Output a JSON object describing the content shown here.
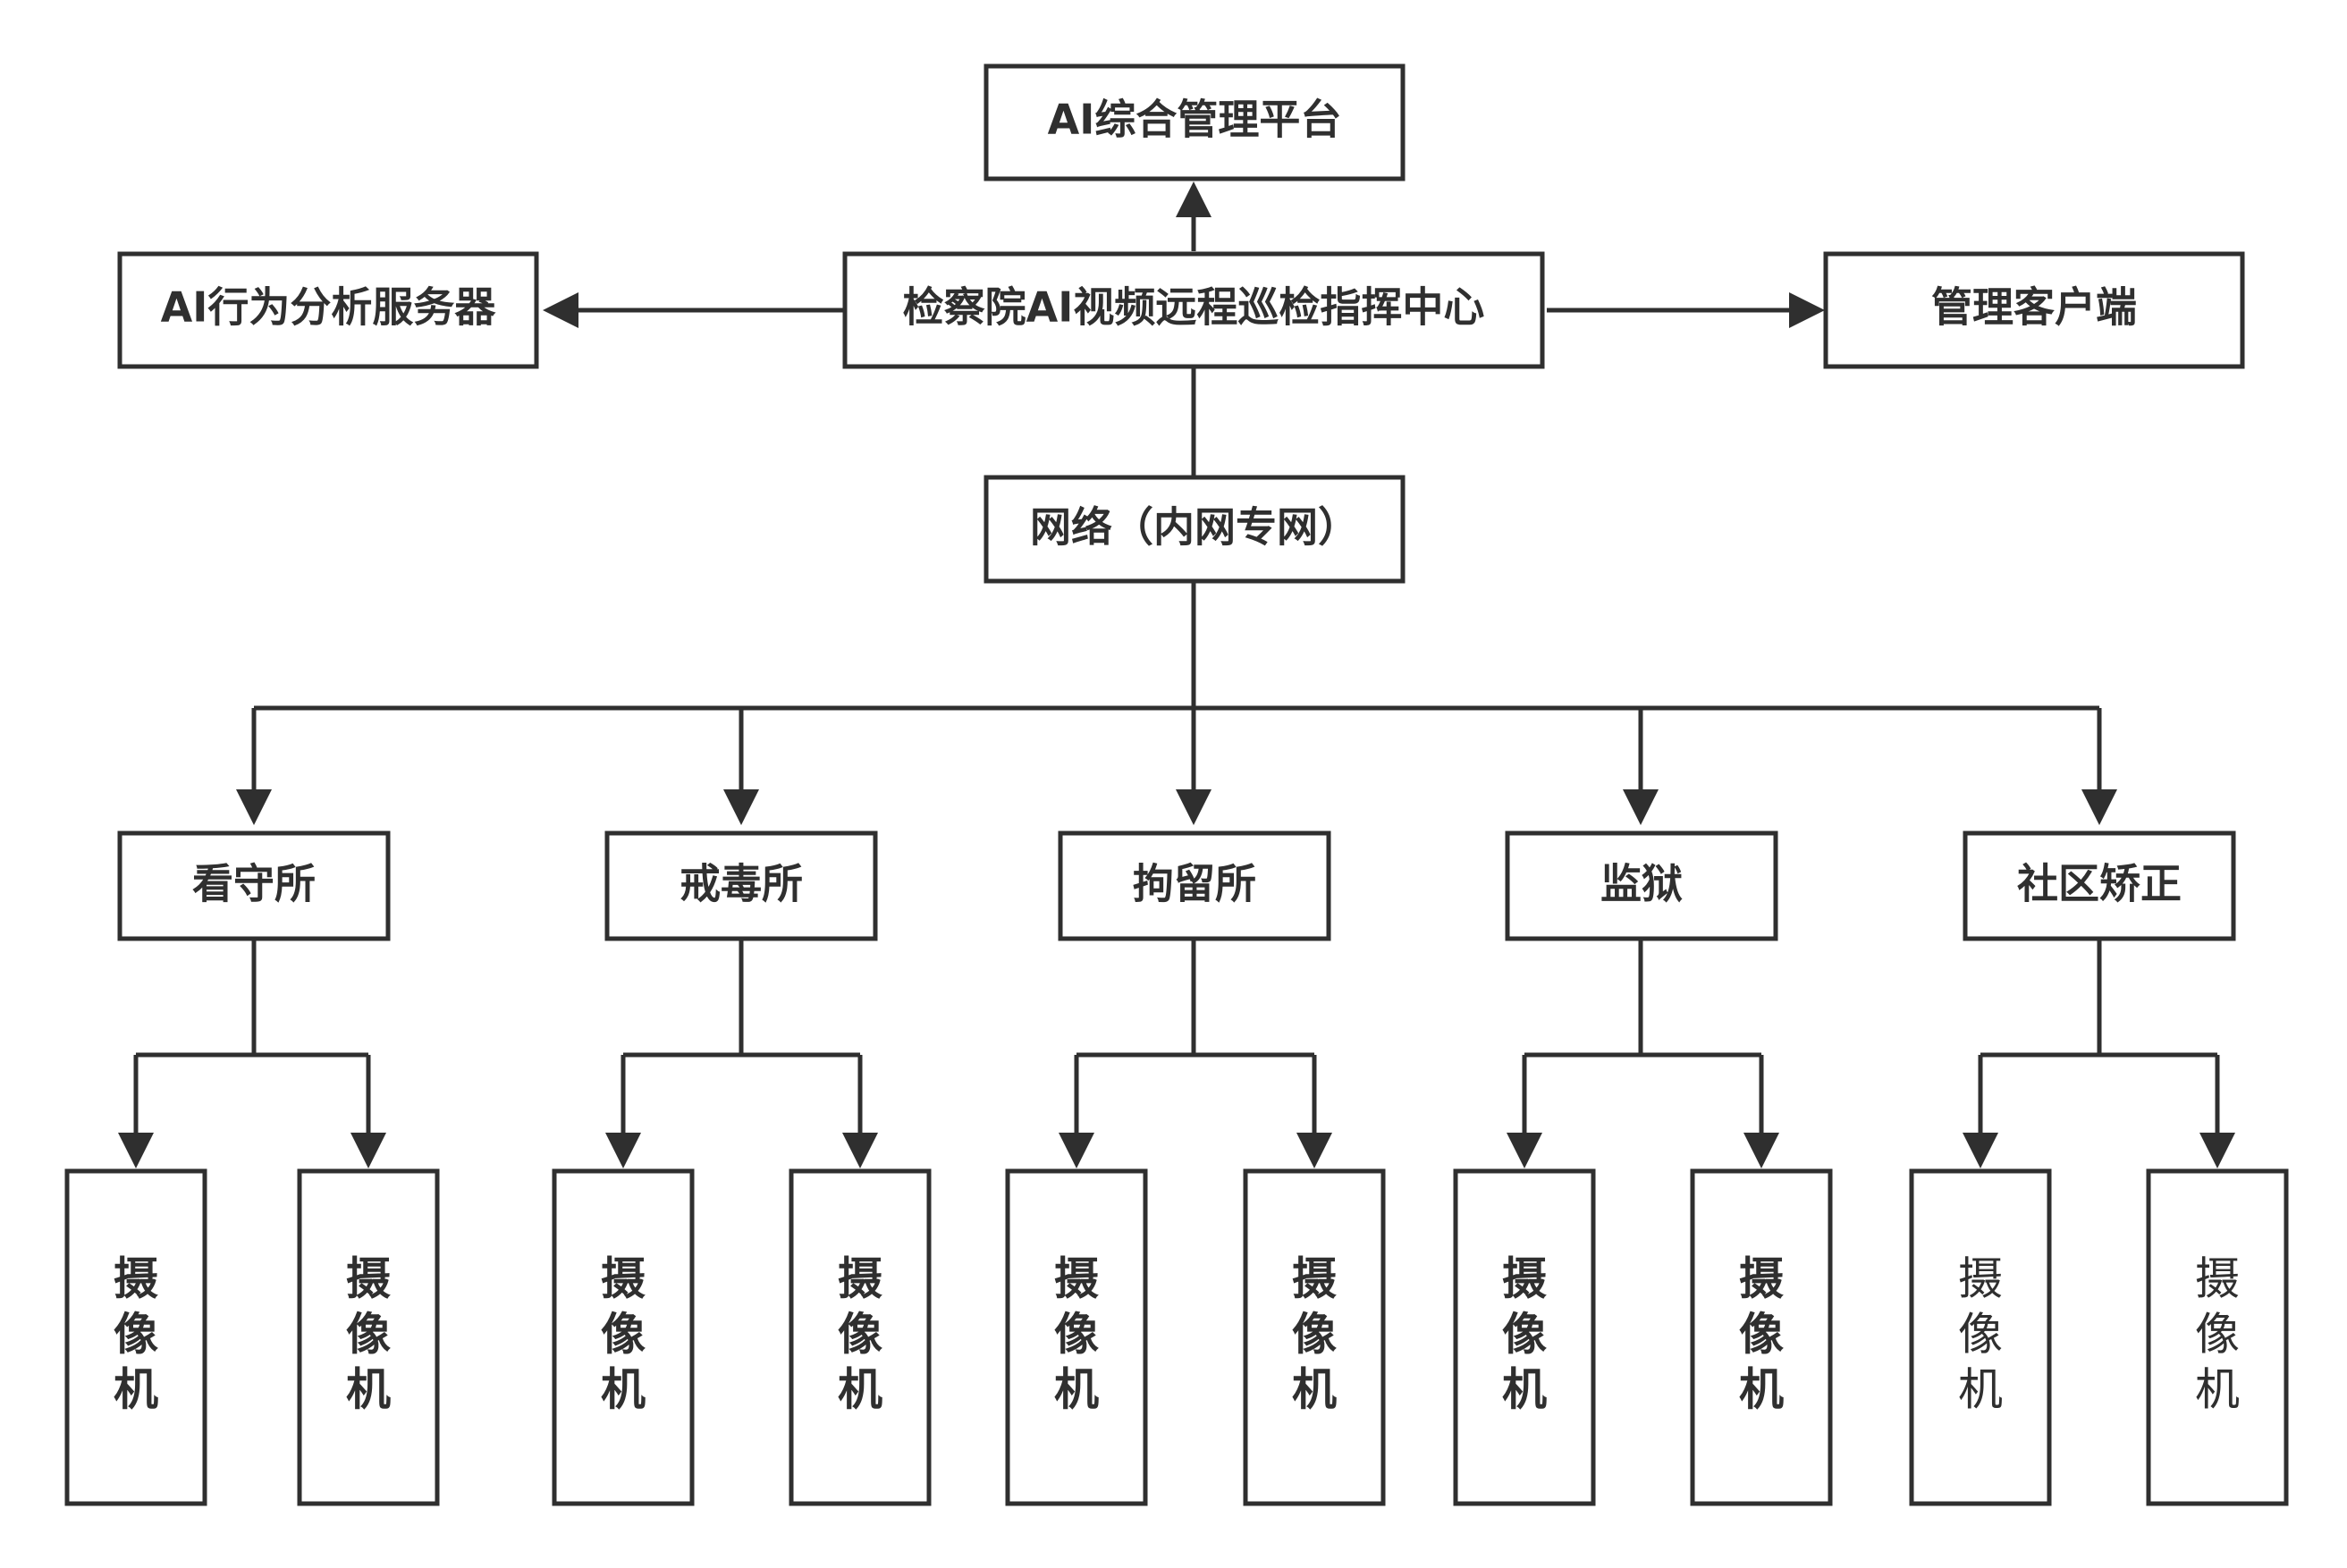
{
  "diagram": {
    "line_color": "#2f2f2f",
    "background": "#ffffff",
    "nodes": [
      {
        "id": "mgmt-platform",
        "label": "AI综合管理平台",
        "role": "platform"
      },
      {
        "id": "analysis-server",
        "label": "AI行为分析服务器",
        "role": "server"
      },
      {
        "id": "command-center",
        "label": "检察院AI视频远程巡检指挥中心",
        "role": "center"
      },
      {
        "id": "mgmt-client",
        "label": "管理客户端",
        "role": "client"
      },
      {
        "id": "network",
        "label": "网络（内网专网）",
        "role": "network"
      },
      {
        "id": "site-detention",
        "label": "看守所",
        "role": "site"
      },
      {
        "id": "site-rehab",
        "label": "戒毒所",
        "role": "site"
      },
      {
        "id": "site-custody",
        "label": "拘留所",
        "role": "site"
      },
      {
        "id": "site-prison",
        "label": "监狱",
        "role": "site"
      },
      {
        "id": "site-community",
        "label": "社区矫正",
        "role": "site"
      },
      {
        "id": "cam-1",
        "label": "摄像机",
        "role": "camera",
        "weight": "bold"
      },
      {
        "id": "cam-2",
        "label": "摄像机",
        "role": "camera",
        "weight": "bold"
      },
      {
        "id": "cam-3",
        "label": "摄像机",
        "role": "camera",
        "weight": "bold"
      },
      {
        "id": "cam-4",
        "label": "摄像机",
        "role": "camera",
        "weight": "bold"
      },
      {
        "id": "cam-5",
        "label": "摄像机",
        "role": "camera",
        "weight": "bold"
      },
      {
        "id": "cam-6",
        "label": "摄像机",
        "role": "camera",
        "weight": "bold"
      },
      {
        "id": "cam-7",
        "label": "摄像机",
        "role": "camera",
        "weight": "bold"
      },
      {
        "id": "cam-8",
        "label": "摄像机",
        "role": "camera",
        "weight": "bold"
      },
      {
        "id": "cam-9",
        "label": "摄像机",
        "role": "camera",
        "weight": "normal"
      },
      {
        "id": "cam-10",
        "label": "摄像机",
        "role": "camera",
        "weight": "normal"
      }
    ],
    "edges": [
      {
        "from": "command-center",
        "to": "mgmt-platform",
        "arrow": true
      },
      {
        "from": "command-center",
        "to": "analysis-server",
        "arrow": true
      },
      {
        "from": "command-center",
        "to": "mgmt-client",
        "arrow": true
      },
      {
        "from": "command-center",
        "to": "network",
        "arrow": false
      },
      {
        "from": "network",
        "to": "site-detention",
        "arrow": true
      },
      {
        "from": "network",
        "to": "site-rehab",
        "arrow": true
      },
      {
        "from": "network",
        "to": "site-custody",
        "arrow": true
      },
      {
        "from": "network",
        "to": "site-prison",
        "arrow": true
      },
      {
        "from": "network",
        "to": "site-community",
        "arrow": true
      },
      {
        "from": "site-detention",
        "to": "cam-1",
        "arrow": true
      },
      {
        "from": "site-detention",
        "to": "cam-2",
        "arrow": true
      },
      {
        "from": "site-rehab",
        "to": "cam-3",
        "arrow": true
      },
      {
        "from": "site-rehab",
        "to": "cam-4",
        "arrow": true
      },
      {
        "from": "site-custody",
        "to": "cam-5",
        "arrow": true
      },
      {
        "from": "site-custody",
        "to": "cam-6",
        "arrow": true
      },
      {
        "from": "site-prison",
        "to": "cam-7",
        "arrow": true
      },
      {
        "from": "site-prison",
        "to": "cam-8",
        "arrow": true
      },
      {
        "from": "site-community",
        "to": "cam-9",
        "arrow": true
      },
      {
        "from": "site-community",
        "to": "cam-10",
        "arrow": true
      }
    ]
  }
}
